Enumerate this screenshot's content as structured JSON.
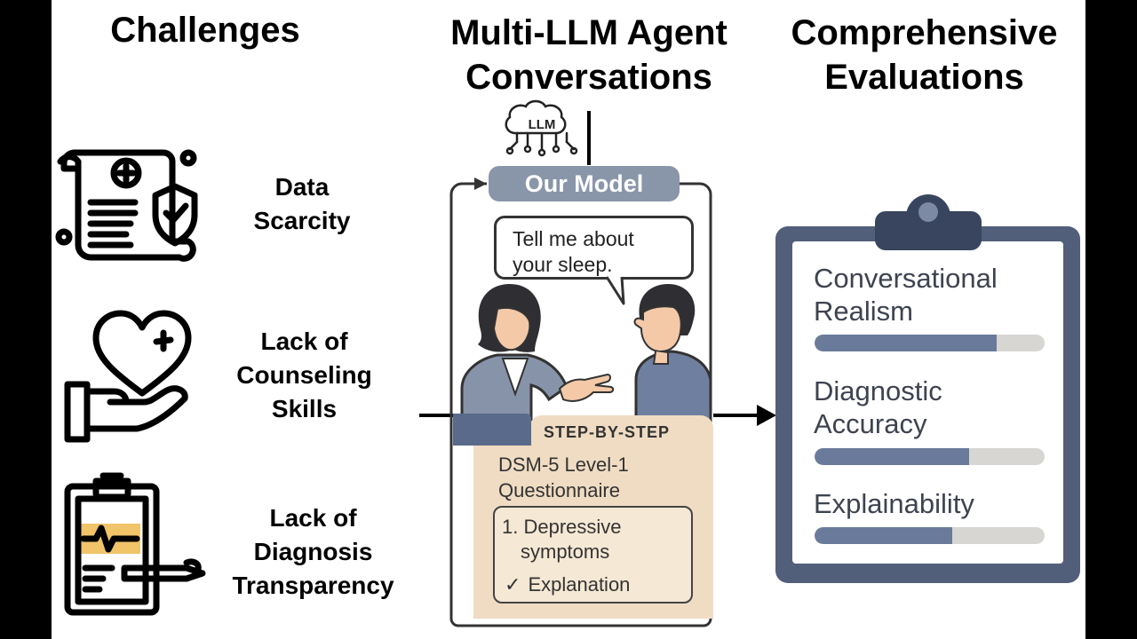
{
  "columns": {
    "challenges": "Challenges",
    "conversations_line1": "Multi-LLM Agent",
    "conversations_line2": "Conversations",
    "evaluations_line1": "Comprehensive",
    "evaluations_line2": "Evaluations"
  },
  "challenges": [
    {
      "icon": "medical-document-shield-icon",
      "line1": "Data",
      "line2": "Scarcity"
    },
    {
      "icon": "heart-in-hand-icon",
      "line1": "Lack of",
      "line2": "Counseling",
      "line3": "Skills"
    },
    {
      "icon": "clipboard-pen-icon",
      "line1": "Lack of",
      "line2": "Diagnosis",
      "line3": "Transparency"
    }
  ],
  "model": {
    "llm_label": "LLM",
    "name": "Our Model",
    "speech_line1": "Tell me about",
    "speech_line2": "your sleep."
  },
  "folder": {
    "tab": "STEP-BY-STEP",
    "title_line1": "DSM-5 Level-1",
    "title_line2": "Questionnaire",
    "item_line1": "1. Depressive",
    "item_line2": "symptoms",
    "check": "✓",
    "explanation": "Explanation"
  },
  "evaluation": {
    "metrics": [
      {
        "line1": "Conversational",
        "line2": "Realism",
        "fill": 0.79
      },
      {
        "line1": "Diagnostic",
        "line2": "Accuracy",
        "fill": 0.67
      },
      {
        "line1": "Explainability",
        "line2": "",
        "fill": 0.6
      }
    ]
  },
  "colors": {
    "pill": "#8995a9",
    "folder": "#efdcc3",
    "clipboard": "#525f7a",
    "bar_fill": "#6a7a9a",
    "bar_track": "#d8d6d3",
    "highlight": "#f1c46a"
  }
}
